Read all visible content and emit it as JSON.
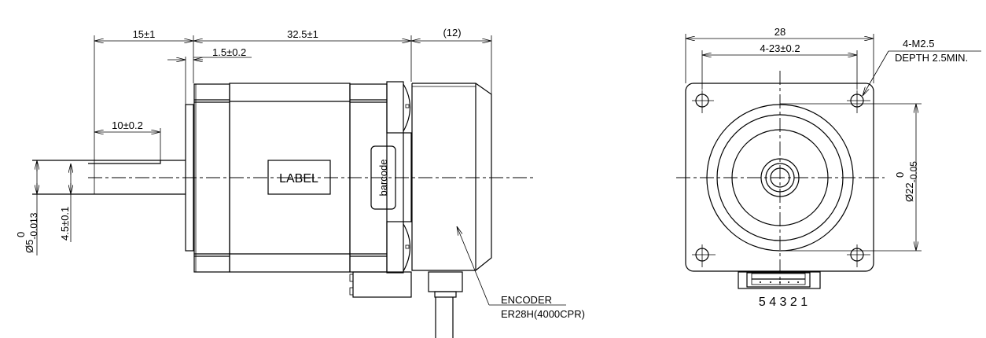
{
  "side_view": {
    "dim_shaft_length": "15±1",
    "dim_body_length": "32.5±1",
    "dim_encoder_length": "(12)",
    "dim_pilot_height": "1.5±0.2",
    "dim_flat_length": "10±0.2",
    "dim_shaft_dia": {
      "base": "Ø5",
      "upper": "0",
      "lower": "-0.013"
    },
    "dim_flat_height": "4.5±0.1",
    "label_text": "LABEL",
    "barcode_text": "barcode",
    "encoder_callout": {
      "line1": "ENCODER",
      "line2": "ER28H(4000CPR)"
    }
  },
  "front_view": {
    "dim_width": "28",
    "dim_hole_spacing": "4-23±0.2",
    "hole_callout": {
      "line1": "4-M2.5",
      "line2": "DEPTH 2.5MIN."
    },
    "dim_pilot_dia": {
      "base": "Ø22",
      "upper": "0",
      "lower": "-0.05"
    },
    "connector_pins": "5 4 3 2 1"
  }
}
